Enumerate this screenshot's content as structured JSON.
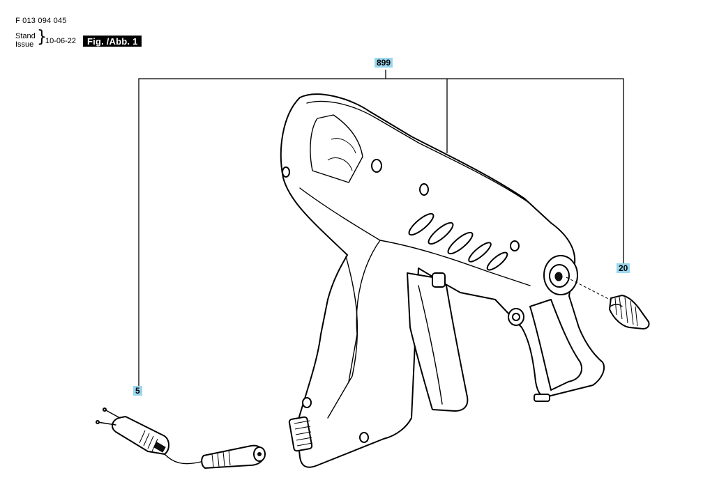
{
  "header": {
    "doc_number": "F 013 094 045",
    "stand": "Stand",
    "issue": "Issue",
    "brace": "}",
    "date": "10-06-22",
    "fig_label": "Fig. /Abb. 1"
  },
  "parts": [
    {
      "id": "899"
    },
    {
      "id": "20"
    },
    {
      "id": "5"
    }
  ],
  "colors": {
    "tag_fill": "#9ad7ef",
    "line": "#000000",
    "label_bg": "#000000"
  }
}
